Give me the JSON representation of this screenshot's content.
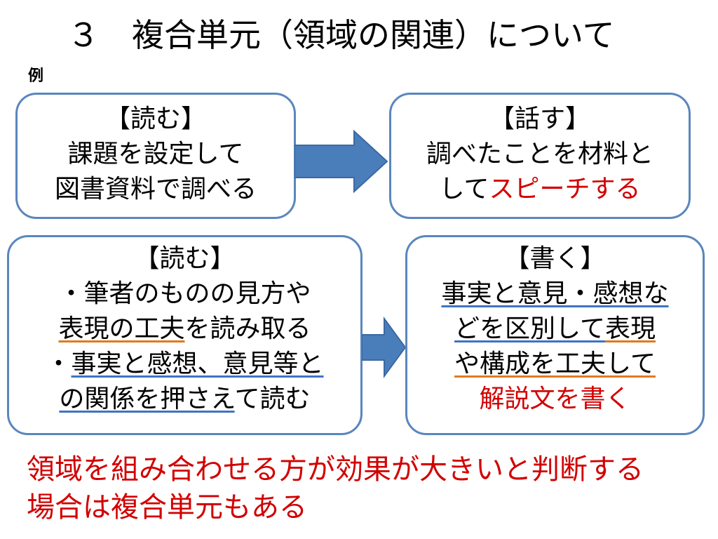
{
  "title": "３　複合単元（領域の関連）について",
  "example_label": "例",
  "box1": {
    "heading": "【読む】",
    "line1": "課題を設定して",
    "line2": "図書資料で調べる"
  },
  "box2": {
    "heading": "【話す】",
    "line1": "調べたことを材料と",
    "line2_plain": "して",
    "line2_red": "スピーチする"
  },
  "box3": {
    "heading": "【読む】",
    "line1": "・筆者のものの見方や",
    "line2_under": "表現の工夫",
    "line2_rest": "を読み取る",
    "line3_bullet": "・",
    "line3_under": "事実と感想、意見等と",
    "line4_under": "の関係を押さえ",
    "line4_rest": "て読む"
  },
  "box4": {
    "heading": "【書く】",
    "line1_under": "事実と意見・感想な",
    "line2_under": "どを区別して",
    "line2_under2": "表現",
    "line3_under": "や構成を工夫して",
    "line4_red": "解説文を書く"
  },
  "conclusion": {
    "line1": "領域を組み合わせる方が効果が大きいと判断する",
    "line2": "場合は複合単元もある"
  },
  "colors": {
    "box_border": "#5a86bd",
    "arrow_fill": "#4a7ebb",
    "highlight_red": "#d20000",
    "underline_blue": "#3e74c2",
    "underline_orange": "#e07a1f"
  }
}
